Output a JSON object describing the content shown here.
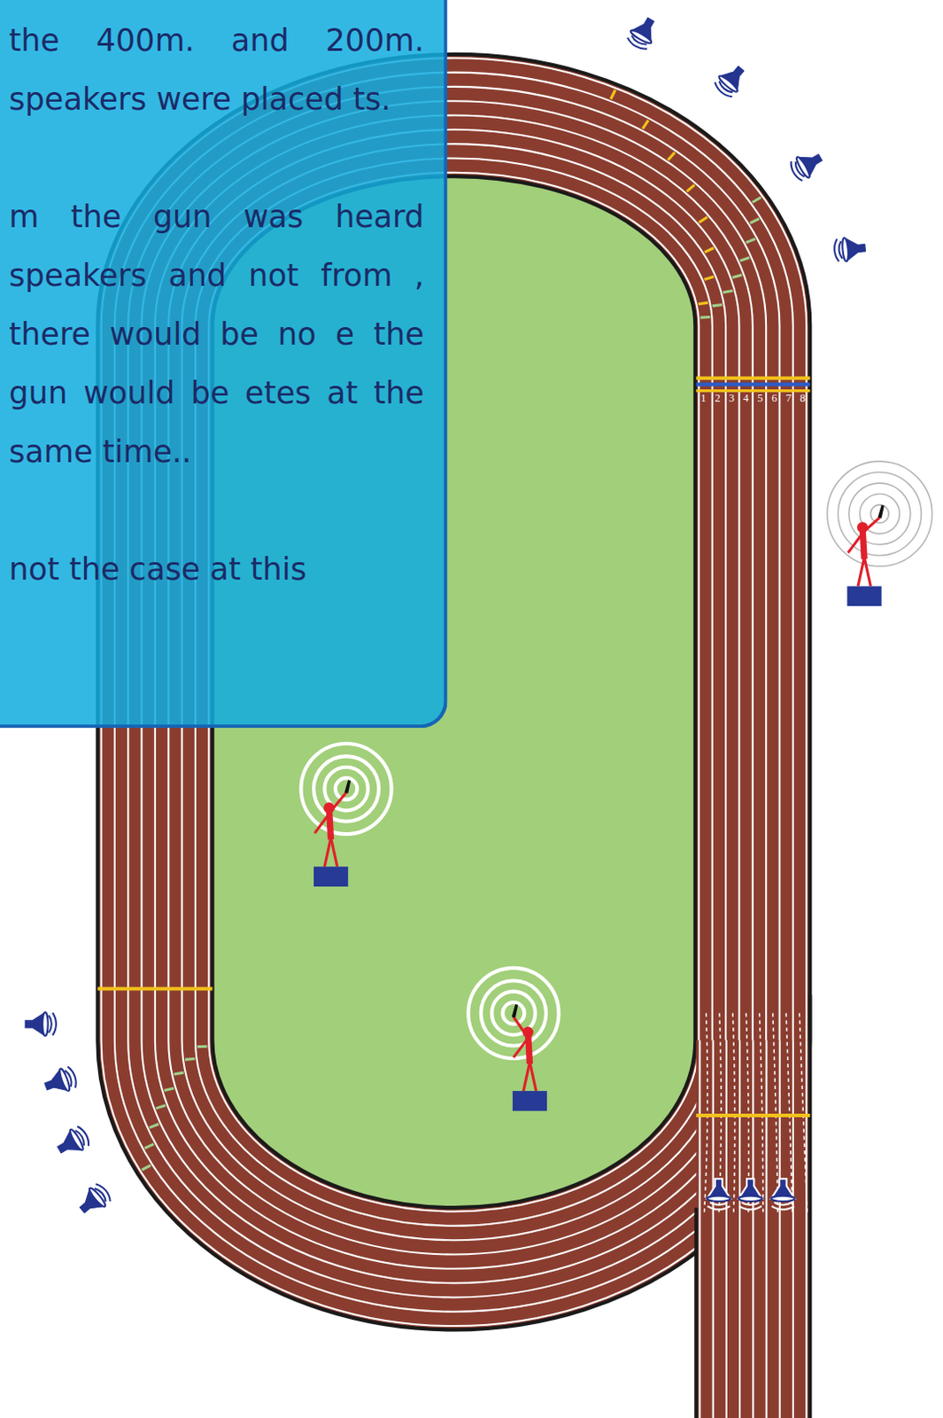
{
  "diagram": {
    "nodes": [
      {
        "text": [
          "the 400m. and 200m. speakers were placed ts.",
          "m the gun was heard speakers and not from , there would be no e the gun would be etes at the same time..",
          "not the case at this"
        ]
      }
    ],
    "labels": [
      "1",
      "2",
      "3",
      "4",
      "5",
      "6",
      "7",
      "8"
    ]
  }
}
